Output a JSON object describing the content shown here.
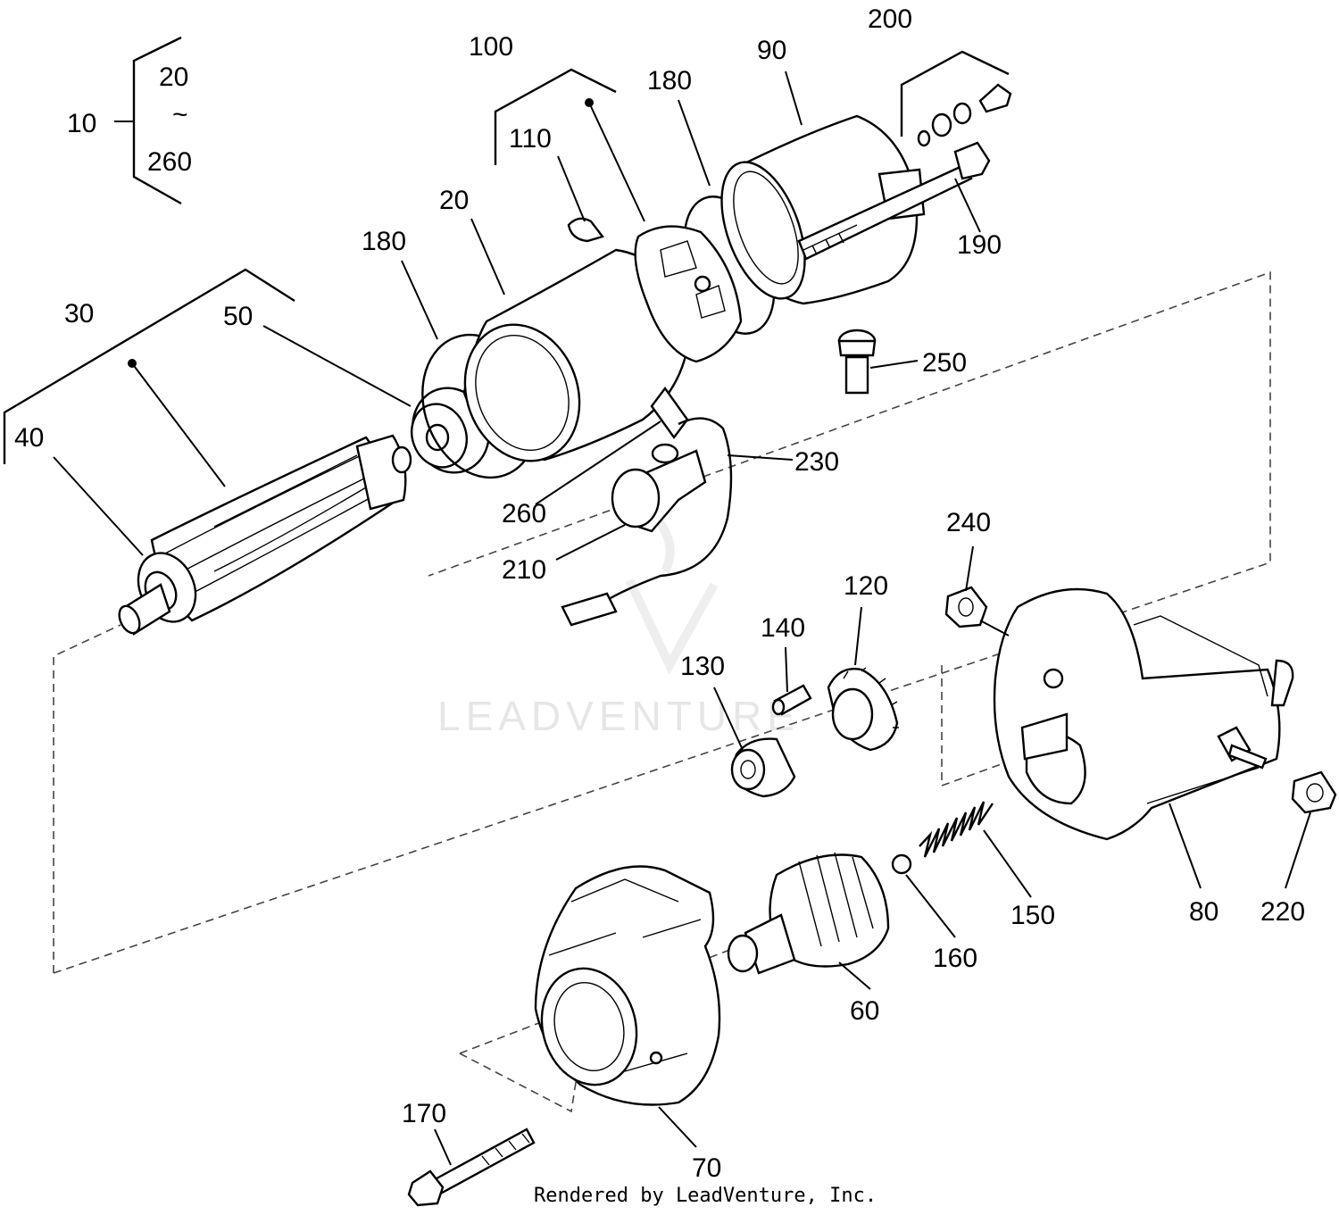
{
  "callouts": [
    {
      "id": "c10",
      "text": "10"
    },
    {
      "id": "c20a",
      "text": "20"
    },
    {
      "id": "ctilde",
      "text": "~"
    },
    {
      "id": "c260a",
      "text": "260"
    },
    {
      "id": "c100",
      "text": "100"
    },
    {
      "id": "c110",
      "text": "110"
    },
    {
      "id": "c180a",
      "text": "180"
    },
    {
      "id": "c90",
      "text": "90"
    },
    {
      "id": "c200",
      "text": "200"
    },
    {
      "id": "c190",
      "text": "190"
    },
    {
      "id": "c20b",
      "text": "20"
    },
    {
      "id": "c180b",
      "text": "180"
    },
    {
      "id": "c30",
      "text": "30"
    },
    {
      "id": "c50",
      "text": "50"
    },
    {
      "id": "c40",
      "text": "40"
    },
    {
      "id": "c250",
      "text": "250"
    },
    {
      "id": "c230",
      "text": "230"
    },
    {
      "id": "c260b",
      "text": "260"
    },
    {
      "id": "c210",
      "text": "210"
    },
    {
      "id": "c240",
      "text": "240"
    },
    {
      "id": "c120",
      "text": "120"
    },
    {
      "id": "c140",
      "text": "140"
    },
    {
      "id": "c130",
      "text": "130"
    },
    {
      "id": "c150",
      "text": "150"
    },
    {
      "id": "c80",
      "text": "80"
    },
    {
      "id": "c220",
      "text": "220"
    },
    {
      "id": "c160",
      "text": "160"
    },
    {
      "id": "c60",
      "text": "60"
    },
    {
      "id": "c170",
      "text": "170"
    },
    {
      "id": "c70",
      "text": "70"
    }
  ],
  "watermark": "LEADVENTURE",
  "footer": "Rendered by LeadVenture, Inc."
}
